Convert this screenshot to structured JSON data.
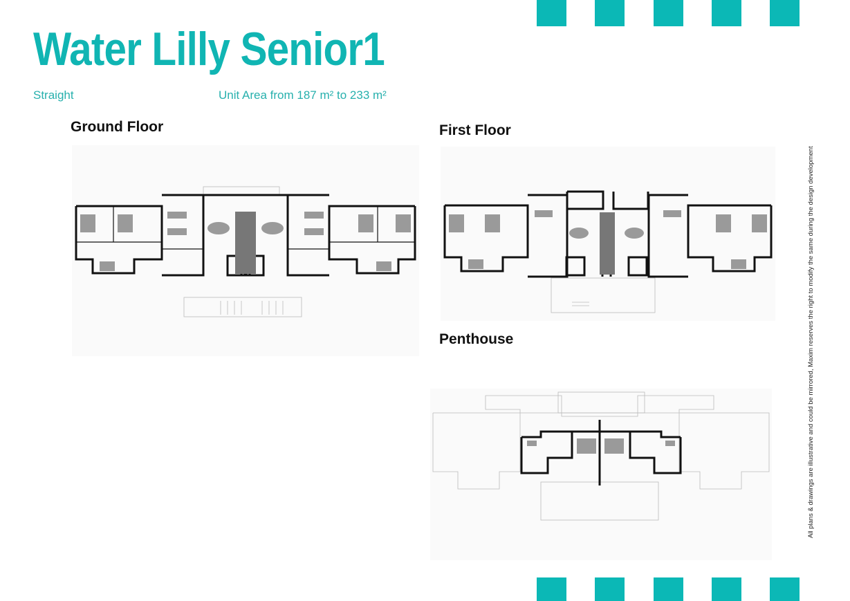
{
  "header": {
    "title": "Water Lilly Senior1",
    "type_label": "Straight",
    "area_label": "Unit Area from 187 m² to 233 m²"
  },
  "plans": {
    "ground": {
      "heading": "Ground Floor"
    },
    "first": {
      "heading": "First Floor"
    },
    "penthouse": {
      "heading": "Penthouse"
    }
  },
  "disclaimer": "All plans & drawings are illustrative and could be mirrored, Maxim reserves the right to modify the same during the design development",
  "colors": {
    "accent": "#0bb8b6",
    "wall": "#111111",
    "furniture": "#9a9a9a"
  }
}
